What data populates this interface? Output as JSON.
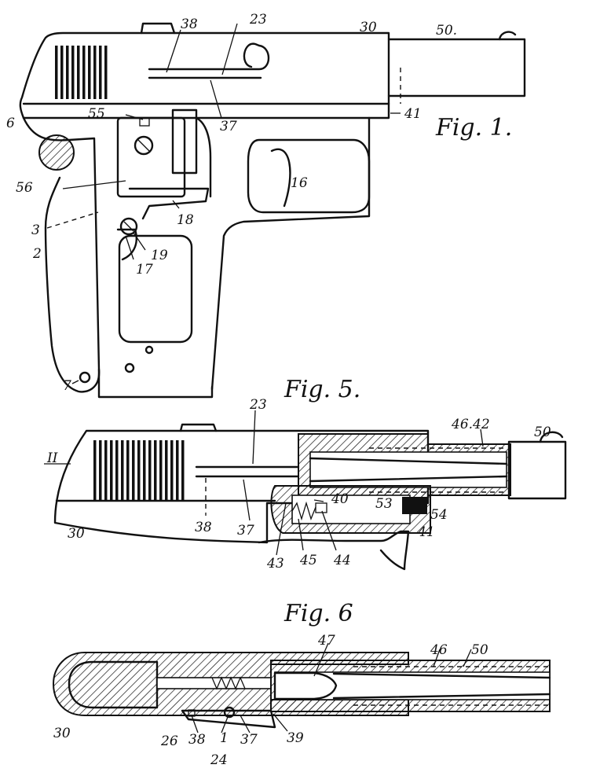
{
  "figures": {
    "fig1": {
      "label": "Fig. 1.",
      "refs": {
        "r38": "38",
        "r23": "23",
        "r30": "30",
        "r50": "50.",
        "r6": "6",
        "r55": "55",
        "r37": "37",
        "r41": "41",
        "r16": "16",
        "r56": "56",
        "r18": "18",
        "r3": "3",
        "r19": "19",
        "r2": "2",
        "r17": "17",
        "r7": "7"
      }
    },
    "fig5": {
      "label": "Fig. 5.",
      "refs": {
        "r23": "23",
        "r46_42": "46.42",
        "r50": "50",
        "rII": "II",
        "r40": "40",
        "r53": "53",
        "r54": "54",
        "r30": "30",
        "r38": "38",
        "r37": "37",
        "r41": "41",
        "r43": "43",
        "r45": "45",
        "r44": "44"
      }
    },
    "fig6": {
      "label": "Fig. 6",
      "refs": {
        "r47": "47",
        "r46": "46",
        "r50": "50",
        "r30": "30",
        "r26": "26",
        "r38": "38",
        "r1": "1",
        "r37": "37",
        "r39": "39",
        "r24": "24"
      }
    }
  }
}
